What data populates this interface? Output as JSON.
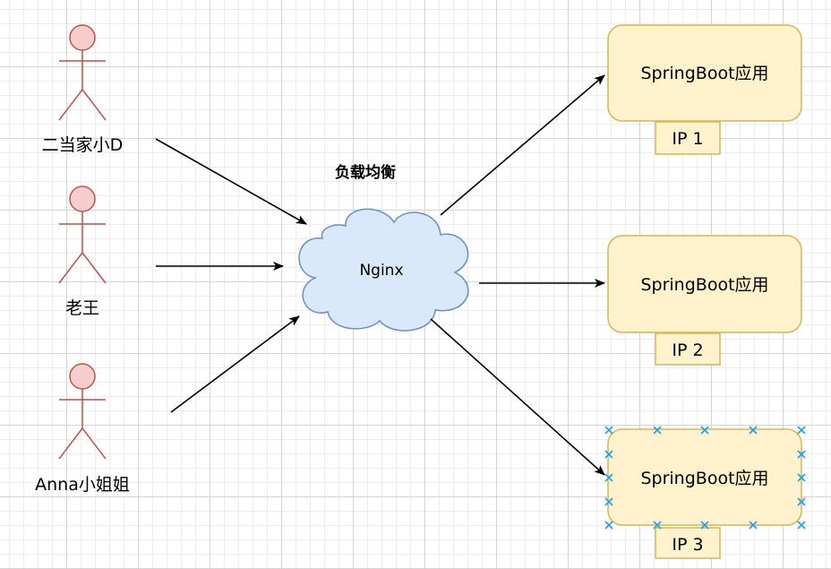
{
  "diagram": {
    "title": "负载均衡",
    "users": [
      {
        "label": "二当家小D"
      },
      {
        "label": "老王"
      },
      {
        "label": "Anna小姐姐"
      }
    ],
    "load_balancer": {
      "label": "Nginx"
    },
    "servers": [
      {
        "label": "SpringBoot应用",
        "ip": "IP 1"
      },
      {
        "label": "SpringBoot应用",
        "ip": "IP 2"
      },
      {
        "label": "SpringBoot应用",
        "ip": "IP 3",
        "selected": true
      }
    ]
  },
  "colors": {
    "actor_fill": "#f8cecc",
    "actor_stroke": "#b85450",
    "cloud_fill": "#dae8fc",
    "cloud_stroke": "#6c8ebf",
    "server_fill": "#fff2cc",
    "server_stroke": "#d6b656",
    "selection": "#29a3e0"
  }
}
